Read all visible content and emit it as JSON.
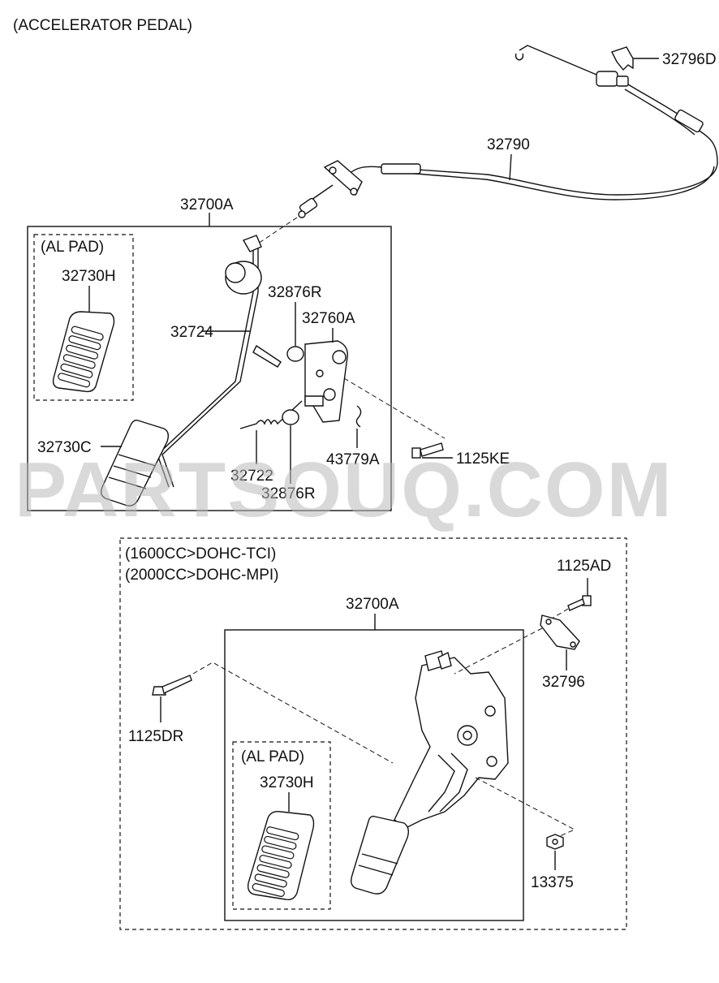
{
  "title": "(ACCELERATOR PEDAL)",
  "watermark": "PARTSOUQ.COM",
  "upper": {
    "assembly_label": "32700A",
    "al_pad_label": "(AL PAD)",
    "callouts": {
      "c32796D": "32796D",
      "c32790": "32790",
      "c32730H": "32730H",
      "c32876R_top": "32876R",
      "c32760A": "32760A",
      "c32724": "32724",
      "c32730C": "32730C",
      "c1125KE": "1125KE",
      "c32722": "32722",
      "c43779A": "43779A",
      "c32876R_bottom": "32876R"
    }
  },
  "lower": {
    "condition_1": "(1600CC>DOHC-TCI)",
    "condition_2": "(2000CC>DOHC-MPI)",
    "assembly_label": "32700A",
    "al_pad_label": "(AL PAD)",
    "callouts": {
      "c1125AD": "1125AD",
      "c32796": "32796",
      "c1125DR": "1125DR",
      "c32730H": "32730H",
      "c13375": "13375"
    }
  }
}
